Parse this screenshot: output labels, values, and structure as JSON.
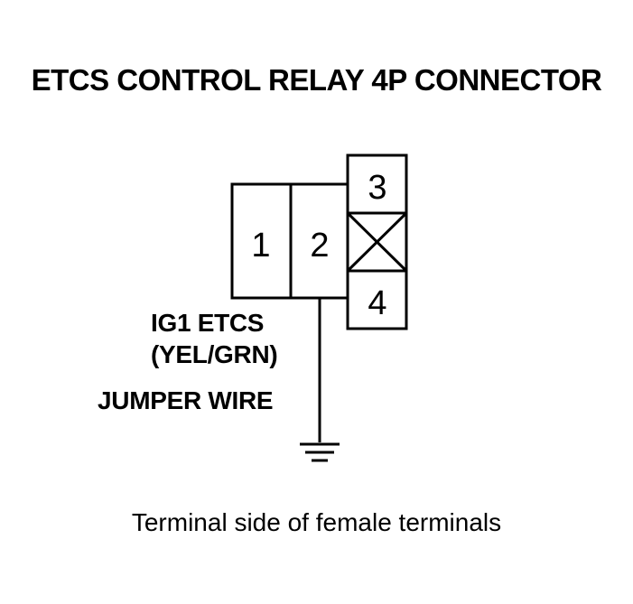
{
  "title": "ETCS CONTROL RELAY 4P CONNECTOR",
  "connector": {
    "pins": [
      {
        "number": "1"
      },
      {
        "number": "2"
      },
      {
        "number": "3"
      },
      {
        "number": "4"
      }
    ]
  },
  "wire": {
    "signal_name": "IG1 ETCS",
    "wire_color": "(YEL/GRN)",
    "connection": "JUMPER WIRE"
  },
  "caption": "Terminal side of female terminals"
}
